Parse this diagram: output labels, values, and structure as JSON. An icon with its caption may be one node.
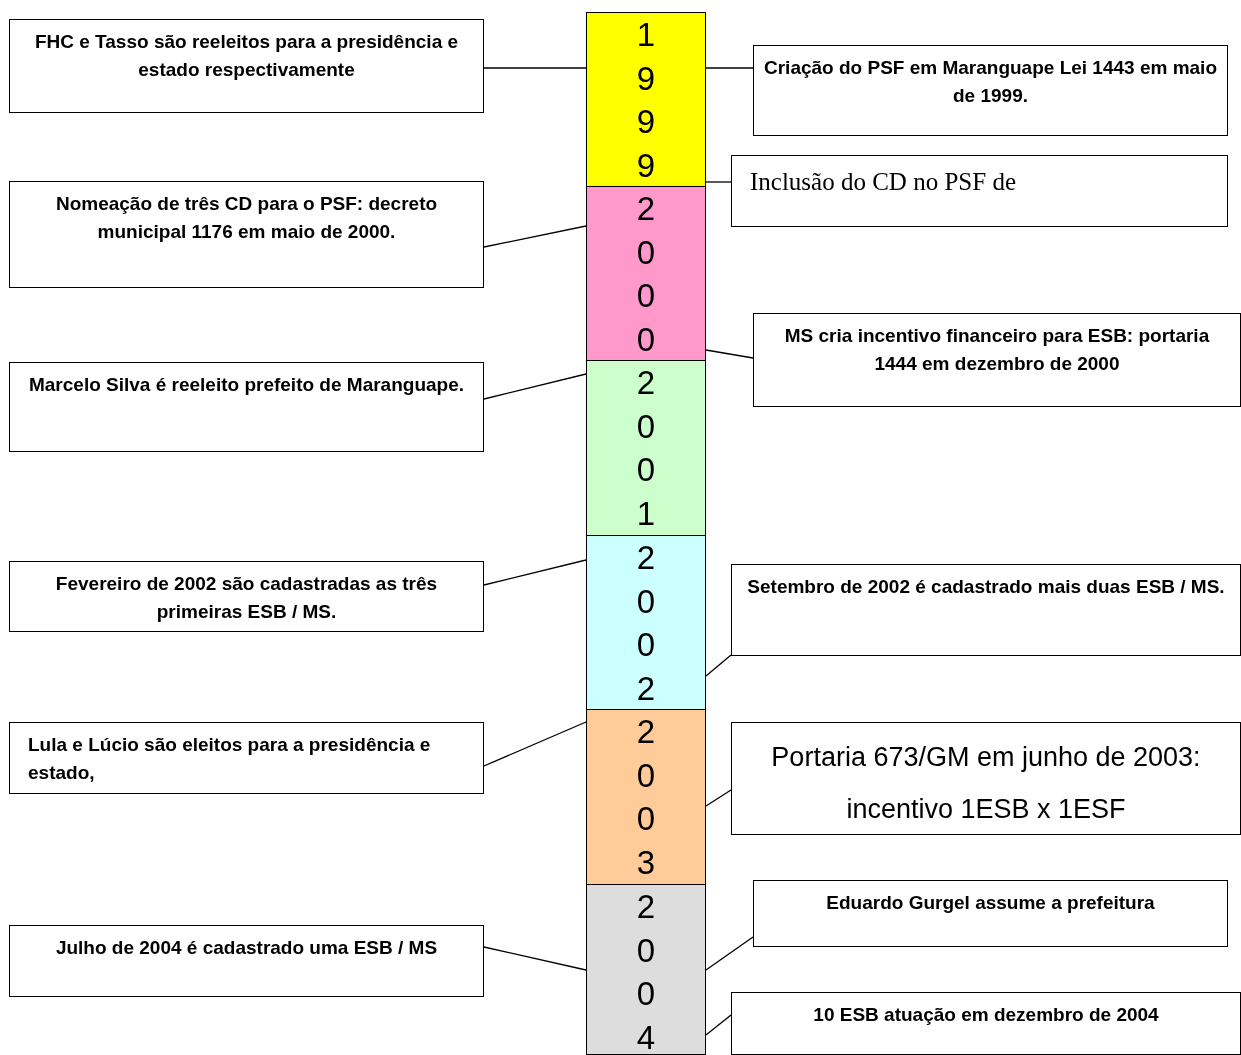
{
  "diagram": {
    "nodes": [
      {
        "text": [
          "1999"
        ]
      },
      {
        "text": [
          "2000"
        ]
      },
      {
        "text": [
          "2001"
        ]
      },
      {
        "text": [
          "2002"
        ]
      },
      {
        "text": [
          "2003"
        ]
      },
      {
        "text": [
          "2004"
        ]
      },
      {
        "text": [
          "FHC e Tasso são reeleitos para a presidência e estado respectivamente"
        ]
      },
      {
        "text": [
          "Nomeação de três CD para o PSF: decreto municipal 1176 em maio de 2000."
        ]
      },
      {
        "text": [
          "Marcelo Silva é reeleito prefeito de Maranguape."
        ]
      },
      {
        "text": [
          "Fevereiro de 2002 são cadastradas as três primeiras ESB / MS."
        ]
      },
      {
        "text": [
          "Lula e Lúcio são eleitos para a presidência e estado,"
        ]
      },
      {
        "text": [
          "Julho de 2004 é cadastrado uma ESB / MS"
        ]
      },
      {
        "text": [
          "Criação do PSF em Maranguape Lei 1443 em maio de 1999."
        ]
      },
      {
        "text": [
          "Inclusão do CD no PSF de"
        ]
      },
      {
        "text": [
          "MS cria incentivo financeiro para ESB: portaria 1444 em dezembro de 2000"
        ]
      },
      {
        "text": [
          "Setembro de 2002 é cadastrado mais duas ESB / MS."
        ]
      },
      {
        "text": [
          "Portaria 673/GM em junho de 2003: incentivo 1ESB x 1ESF"
        ]
      },
      {
        "text": [
          "Eduardo Gurgel assume a prefeitura"
        ]
      },
      {
        "text": [
          "10 ESB atuação em dezembro de 2004"
        ]
      }
    ],
    "edges": [
      {
        "from": 6,
        "to": 0,
        "arrow": "none"
      },
      {
        "from": 7,
        "to": 1,
        "arrow": "none"
      },
      {
        "from": 8,
        "to": 2,
        "arrow": "none"
      },
      {
        "from": 9,
        "to": 3,
        "arrow": "none"
      },
      {
        "from": 10,
        "to": 4,
        "arrow": "none"
      },
      {
        "from": 11,
        "to": 5,
        "arrow": "none"
      },
      {
        "from": 12,
        "to": 0,
        "arrow": "none"
      },
      {
        "from": 13,
        "to": 0,
        "arrow": "none"
      },
      {
        "from": 14,
        "to": 1,
        "arrow": "none"
      },
      {
        "from": 15,
        "to": 3,
        "arrow": "none"
      },
      {
        "from": 16,
        "to": 4,
        "arrow": "none"
      },
      {
        "from": 17,
        "to": 5,
        "arrow": "none"
      },
      {
        "from": 18,
        "to": 5,
        "arrow": "none"
      }
    ]
  }
}
